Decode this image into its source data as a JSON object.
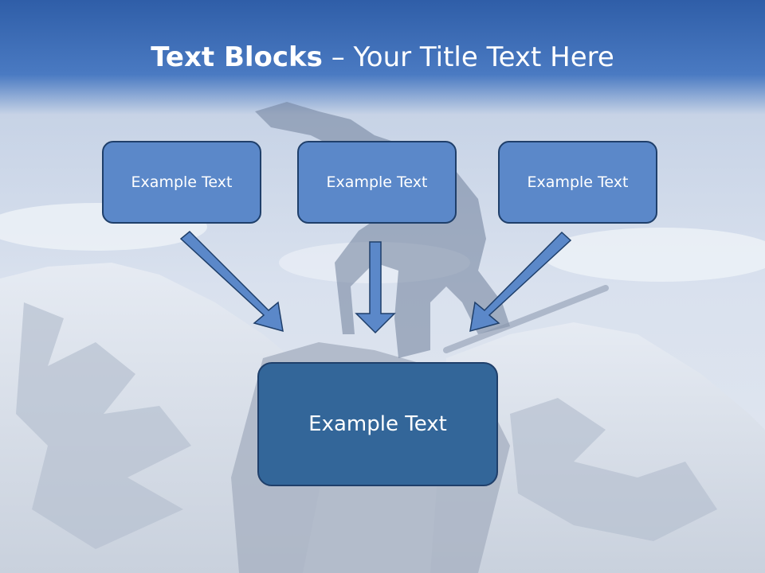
{
  "title": {
    "bold": "Text Blocks",
    "dash": " – ",
    "rest": "Your Title Text Here"
  },
  "top_boxes": [
    "Example Text",
    "Example Text",
    "Example Text"
  ],
  "bottom_box": "Example Text",
  "colors": {
    "header_blue": "#3c6bb5",
    "box_fill": "#5b88c9",
    "big_box_fill": "#336699",
    "border": "#1f3f6a"
  }
}
